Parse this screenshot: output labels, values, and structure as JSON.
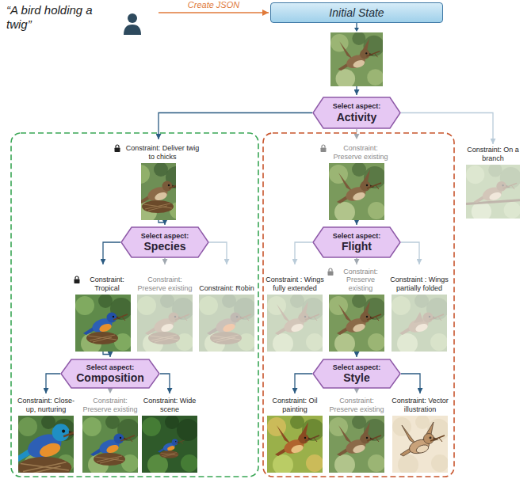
{
  "diagram": {
    "nodes": [
      {
        "text": [
          "“A bird holding a twig”"
        ]
      },
      {
        "text": [
          "Initial State"
        ]
      },
      {
        "text": [
          "Select aspect:",
          "Activity"
        ]
      },
      {
        "text": [
          "Constraint: Deliver twig to chicks"
        ]
      },
      {
        "text": [
          "Constraint: Preserve existing"
        ]
      },
      {
        "text": [
          "Constraint: On a branch"
        ]
      },
      {
        "text": [
          "Select aspect:",
          "Species"
        ]
      },
      {
        "text": [
          "Select aspect:",
          "Flight"
        ]
      },
      {
        "text": [
          "Constraint: Tropical"
        ]
      },
      {
        "text": [
          "Constraint: Preserve existing"
        ]
      },
      {
        "text": [
          "Constraint: Robin"
        ]
      },
      {
        "text": [
          "Constraint : Wings fully extended"
        ]
      },
      {
        "text": [
          "Constraint: Preserve existing"
        ]
      },
      {
        "text": [
          "Constraint : Wings partially folded"
        ]
      },
      {
        "text": [
          "Select aspect:",
          "Composition"
        ]
      },
      {
        "text": [
          "Select aspect:",
          "Style"
        ]
      },
      {
        "text": [
          "Constraint: Close-up, nurturing"
        ]
      },
      {
        "text": [
          "Constraint: Preserve existing"
        ]
      },
      {
        "text": [
          "Constraint: Wide scene"
        ]
      },
      {
        "text": [
          "Constraint: Oil painting"
        ]
      },
      {
        "text": [
          "Constraint: Preserve existing"
        ]
      },
      {
        "text": [
          "Constraint: Vector illustration"
        ]
      }
    ],
    "edges": [
      {
        "from": 0,
        "to": 1,
        "arrow": "to",
        "label": "Create JSON"
      },
      {
        "from": 1,
        "to": 2,
        "arrow": "to"
      },
      {
        "from": 2,
        "to": 3,
        "arrow": "to"
      },
      {
        "from": 2,
        "to": 4,
        "arrow": "to"
      },
      {
        "from": 2,
        "to": 5,
        "arrow": "to"
      },
      {
        "from": 3,
        "to": 6,
        "arrow": "to"
      },
      {
        "from": 4,
        "to": 7,
        "arrow": "to"
      },
      {
        "from": 6,
        "to": 8,
        "arrow": "to"
      },
      {
        "from": 6,
        "to": 9,
        "arrow": "to"
      },
      {
        "from": 6,
        "to": 10,
        "arrow": "to"
      },
      {
        "from": 7,
        "to": 11,
        "arrow": "to"
      },
      {
        "from": 7,
        "to": 12,
        "arrow": "to"
      },
      {
        "from": 7,
        "to": 13,
        "arrow": "to"
      },
      {
        "from": 8,
        "to": 14,
        "arrow": "to"
      },
      {
        "from": 12,
        "to": 15,
        "arrow": "to"
      },
      {
        "from": 14,
        "to": 16,
        "arrow": "to"
      },
      {
        "from": 14,
        "to": 17,
        "arrow": "to"
      },
      {
        "from": 14,
        "to": 18,
        "arrow": "to"
      },
      {
        "from": 15,
        "to": 19,
        "arrow": "to"
      },
      {
        "from": 15,
        "to": 20,
        "arrow": "to"
      },
      {
        "from": 15,
        "to": 21,
        "arrow": "to"
      }
    ]
  }
}
